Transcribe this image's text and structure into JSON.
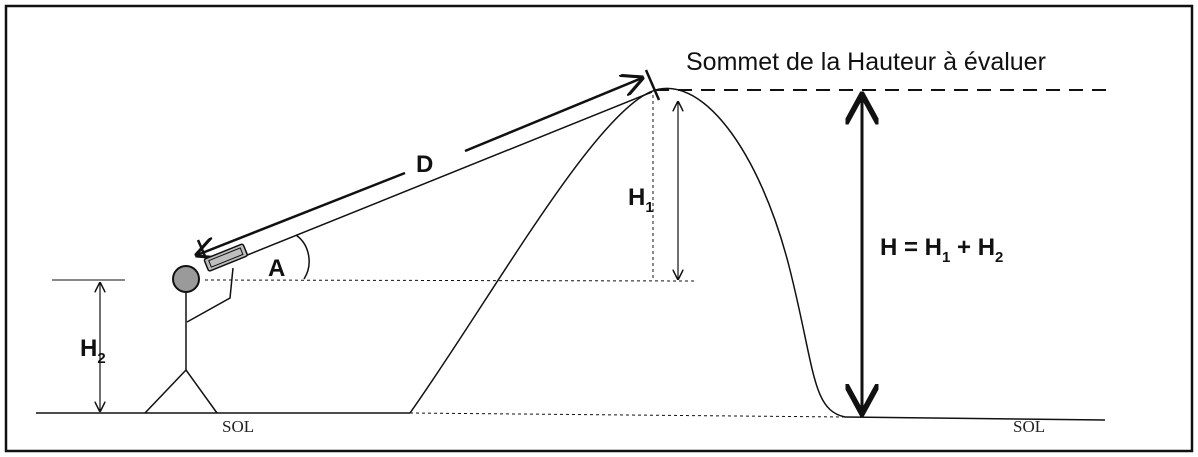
{
  "labels": {
    "title": "Sommet de la Hauteur à évaluer",
    "distance": "D",
    "angle": "A",
    "h1": "H",
    "h1_sub": "1",
    "h2": "H",
    "h2_sub": "2",
    "formula_h": "H = H",
    "formula_sub1": "1",
    "formula_plus": " + H",
    "formula_sub2": "2",
    "ground_left": "SOL",
    "ground_right": "SOL"
  },
  "colors": {
    "ink": "#111111",
    "head_fill": "#9a9a9a",
    "instrument_fill": "#bdbdbd"
  }
}
